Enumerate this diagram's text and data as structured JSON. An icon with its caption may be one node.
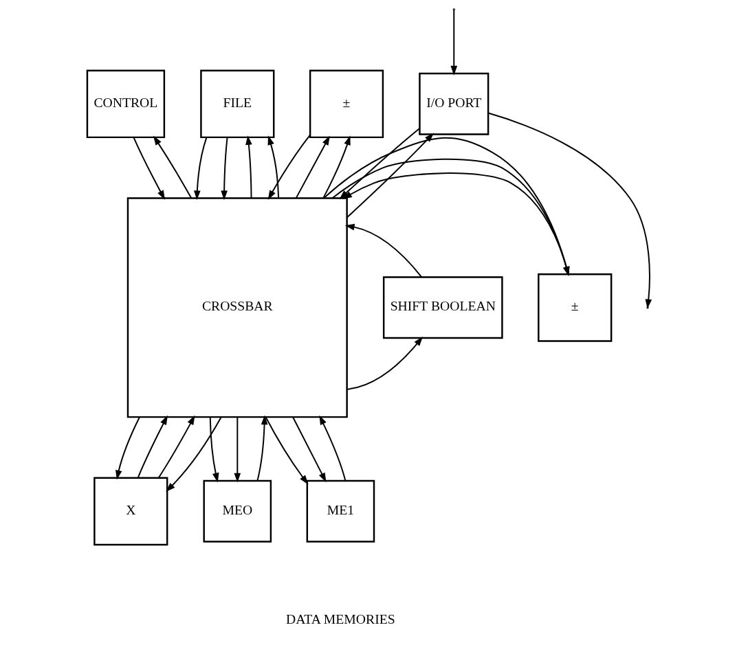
{
  "diagram": {
    "nodes": [
      {
        "text": [
          "CONTROL"
        ]
      },
      {
        "text": [
          "FILE"
        ]
      },
      {
        "text": [
          "I/O PORT"
        ]
      },
      {
        "text": [
          "±"
        ]
      },
      {
        "text": [
          "CROSSBAR"
        ]
      },
      {
        "text": [
          "±"
        ]
      },
      {
        "text": [
          "SHIFT BOOLEAN"
        ]
      },
      {
        "text": [
          "X"
        ]
      },
      {
        "text": [
          "MEO"
        ]
      },
      {
        "text": [
          "ME1"
        ]
      }
    ],
    "edges": [
      {
        "from": 2,
        "to": null,
        "arrow": "to"
      },
      {
        "from": null,
        "to": 2,
        "arrow": "to"
      },
      {
        "from": 4,
        "to": 2,
        "arrow": "to"
      },
      {
        "from": 2,
        "to": 4,
        "arrow": "to"
      },
      {
        "from": 0,
        "to": 4,
        "arrow": "to"
      },
      {
        "from": 4,
        "to": 0,
        "arrow": "to"
      },
      {
        "from": 1,
        "to": 4,
        "arrow": "to"
      },
      {
        "from": 1,
        "to": 4,
        "arrow": "to"
      },
      {
        "from": 4,
        "to": 1,
        "arrow": "to"
      },
      {
        "from": 4,
        "to": 1,
        "arrow": "to"
      },
      {
        "from": 3,
        "to": 4,
        "arrow": "to"
      },
      {
        "from": 4,
        "to": 3,
        "arrow": "to"
      },
      {
        "from": 4,
        "to": 3,
        "arrow": "to"
      },
      {
        "from": 5,
        "to": 4,
        "arrow": "to"
      },
      {
        "from": 4,
        "to": 5,
        "arrow": "to"
      },
      {
        "from": 4,
        "to": 5,
        "arrow": "to"
      },
      {
        "from": 7,
        "to": 4,
        "arrow": "to"
      },
      {
        "from": 7,
        "to": 4,
        "arrow": "to"
      },
      {
        "from": 4,
        "to": 7,
        "arrow": "to"
      },
      {
        "from": 4,
        "to": 7,
        "arrow": "to"
      },
      {
        "from": 4,
        "to": 6,
        "arrow": "to"
      },
      {
        "from": 6,
        "to": 4,
        "arrow": "to"
      },
      {
        "from": 4,
        "to": 8,
        "arrow": "to"
      },
      {
        "from": 4,
        "to": 8,
        "arrow": "to"
      },
      {
        "from": 8,
        "to": 4,
        "arrow": "to"
      },
      {
        "from": 4,
        "to": 9,
        "arrow": "to"
      },
      {
        "from": 4,
        "to": 9,
        "arrow": "to"
      },
      {
        "from": 9,
        "to": 4,
        "arrow": "to"
      }
    ],
    "labels": [
      "DATA MEMORIES"
    ]
  }
}
